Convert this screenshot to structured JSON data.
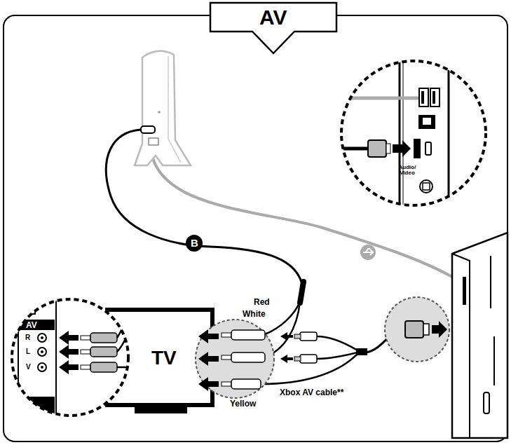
{
  "diagram": {
    "title": "AV",
    "nodes": [
      {
        "text": [
          "TV"
        ]
      }
    ],
    "labels": [
      "B",
      "Red",
      "White",
      "Yellow",
      "Xbox AV cable**",
      "Audio/ Video",
      "AV",
      "R",
      "L",
      "V"
    ]
  }
}
